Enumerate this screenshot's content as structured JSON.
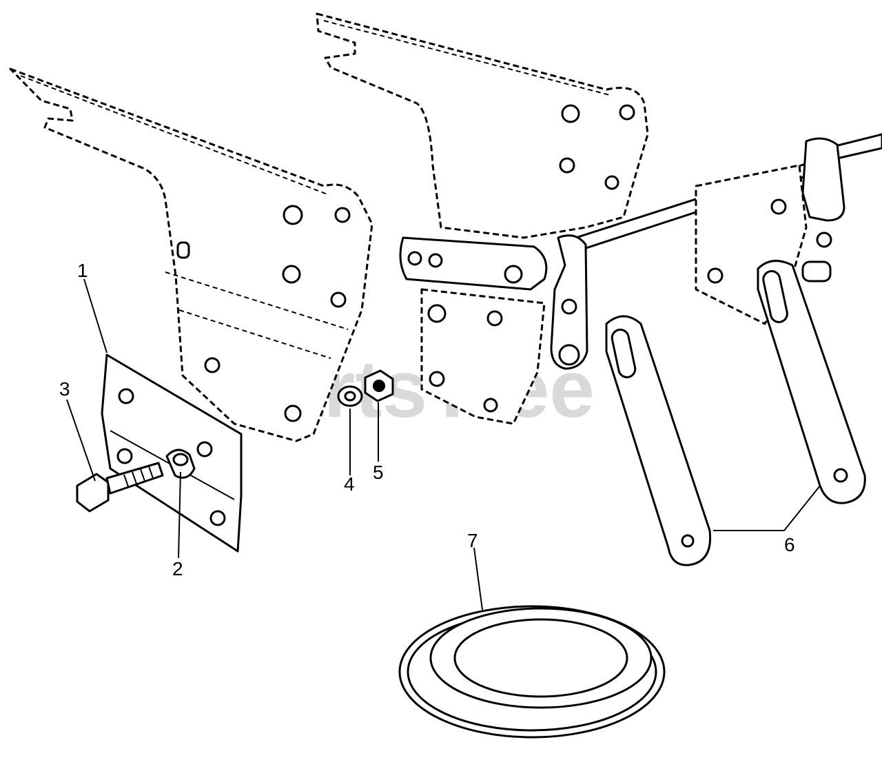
{
  "watermark": "PartsTree",
  "callouts": {
    "c1": "1",
    "c2": "2",
    "c3": "3",
    "c4": "4",
    "c5": "5",
    "c6": "6",
    "c7": "7"
  }
}
